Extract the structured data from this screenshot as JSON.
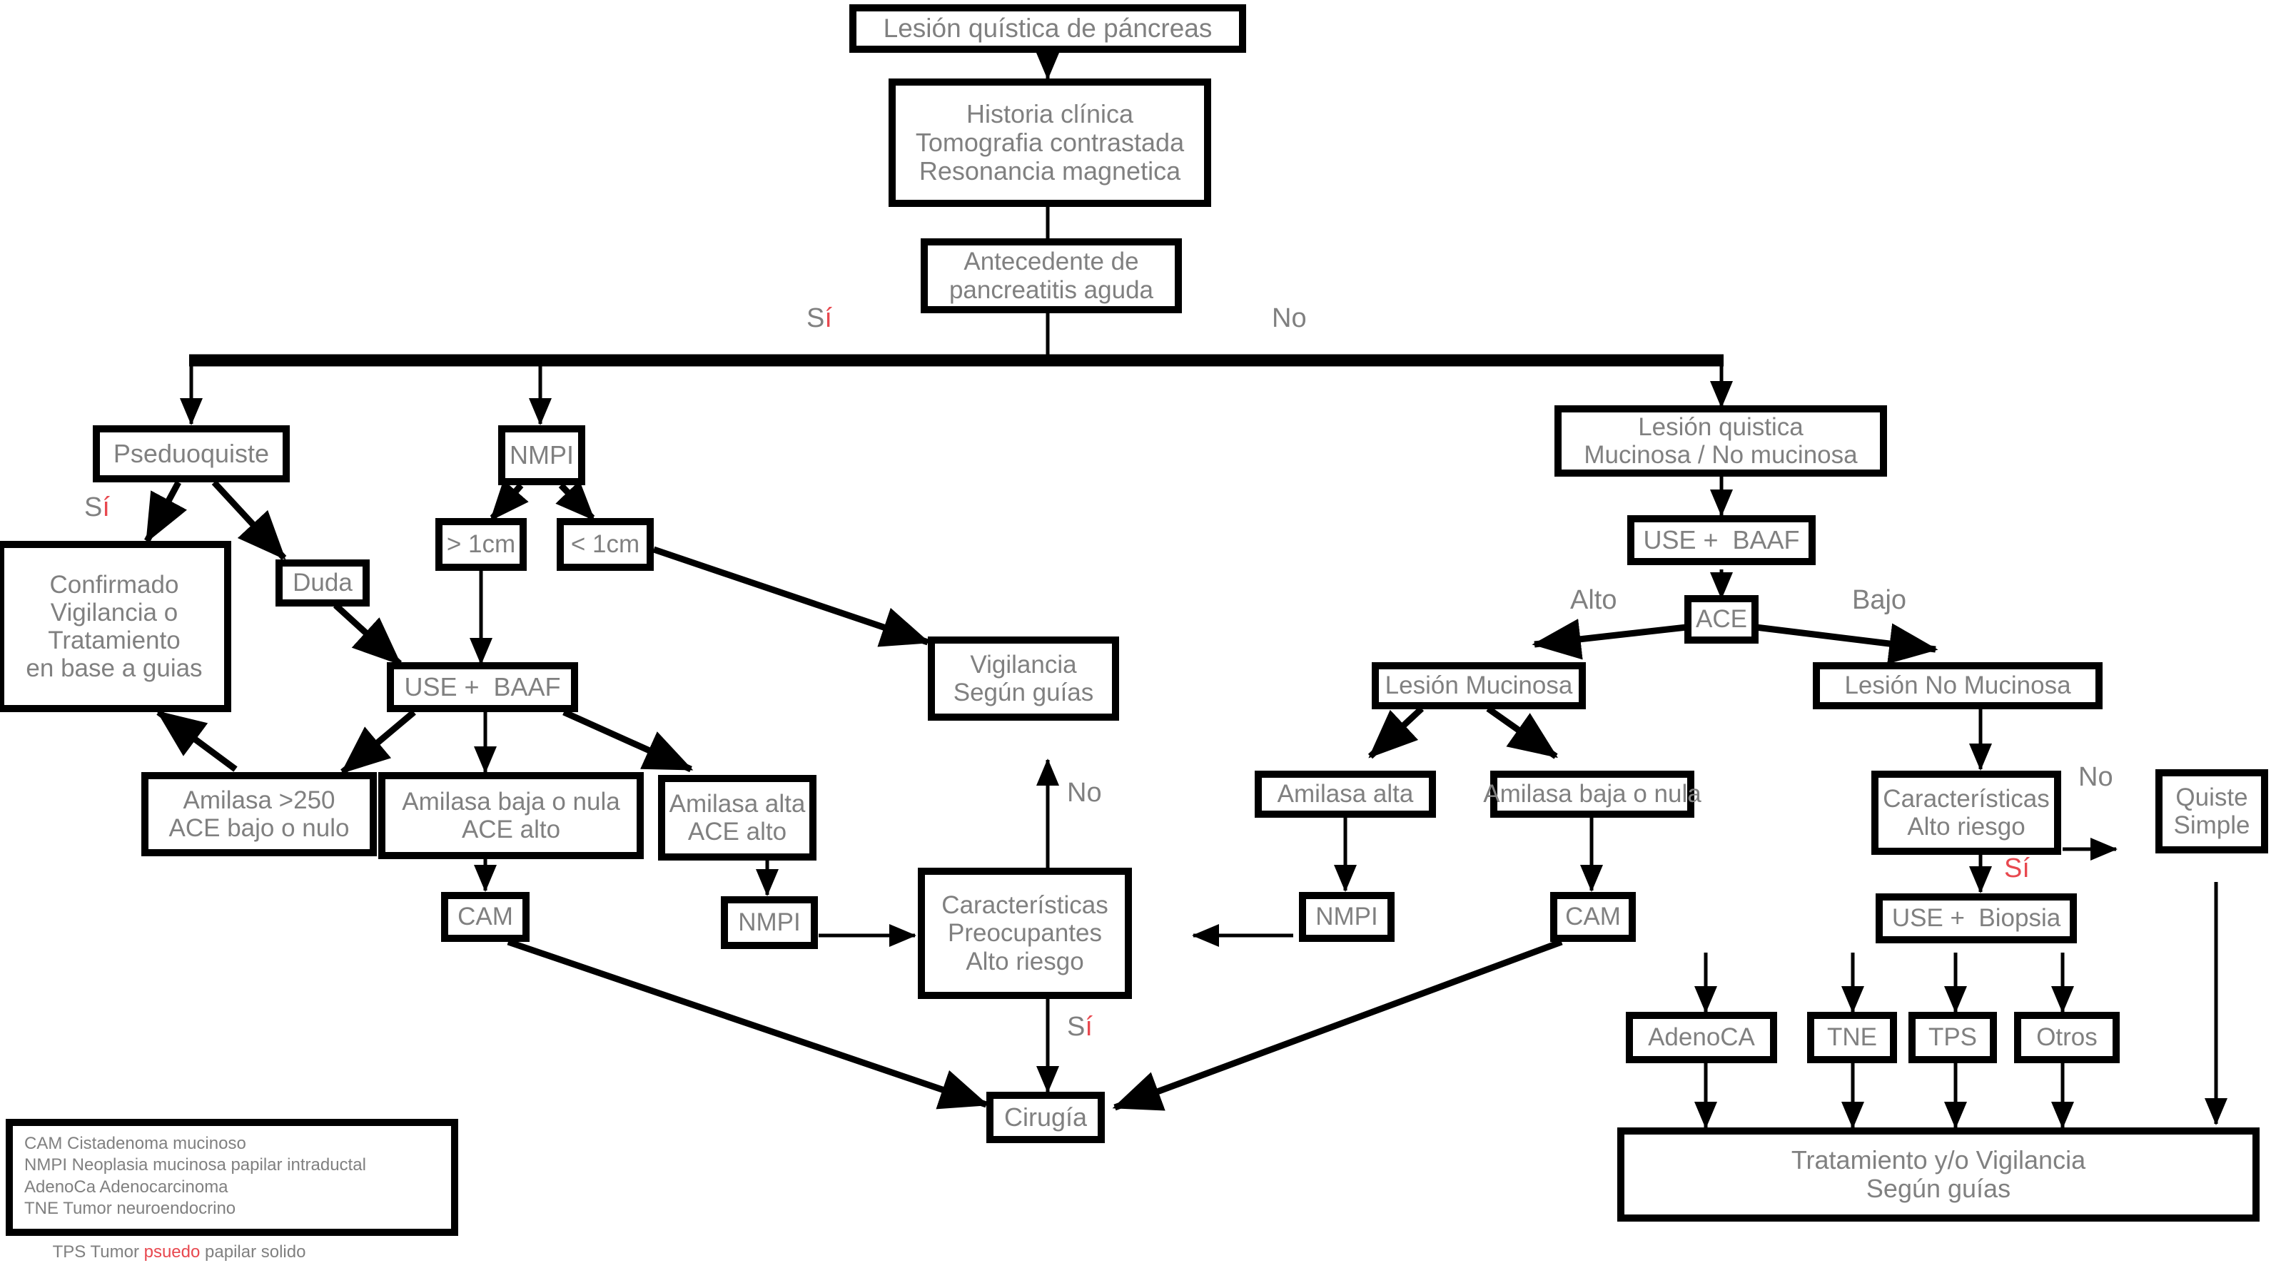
{
  "diagram": {
    "title_node": "Lesión quística de páncreas",
    "colors": {
      "text": "#808080",
      "border": "#000000",
      "accent_red": "#e8484f",
      "background": "#ffffff"
    }
  },
  "nodes": {
    "lesion_quistica_pancreas": "Lesión quística de páncreas",
    "historia_clinica": "Historia clínica\nTomografia contrastada\nResonancia magnetica",
    "antecedente_pancreatitis": "Antecedente de\npancreatitis aguda",
    "pseudoquiste": "Pseduoquiste",
    "confirmado_vigilancia": "Confirmado\nVigilancia o\nTratamiento\nen base a guias",
    "duda": "Duda",
    "nmpi_top": "NMPI",
    "mayor_1cm": "> 1cm",
    "menor_1cm": "< 1cm",
    "use_baaf_left": "USE +  BAAF",
    "amilasa_250": "Amilasa >250\nACE bajo o nulo",
    "amilasa_baja_ace_alto": "Amilasa baja o nula\nACE alto",
    "amilasa_alta_ace_alto": "Amilasa alta\nACE alto",
    "cam_left": "CAM",
    "nmpi_mid_left": "NMPI",
    "vigilancia_segun_guias": "Vigilancia\nSegún guías",
    "caracteristicas_preocupantes": "Características\nPreocupantes\nAlto riesgo",
    "cirugia": "Cirugía",
    "lesion_quistica_mucinosa": "Lesión quistica\nMucinosa / No mucinosa",
    "use_baaf_right": "USE +  BAAF",
    "ace": "ACE",
    "lesion_mucinosa": "Lesión Mucinosa",
    "lesion_no_mucinosa": "Lesión No Mucinosa",
    "amilasa_alta": "Amilasa alta",
    "amilasa_baja_o_nula": "Amilasa baja o nula",
    "nmpi_right": "NMPI",
    "cam_right": "CAM",
    "caracteristicas_alto_riesgo": "Características\nAlto riesgo",
    "quiste_simple": "Quiste\nSimple",
    "use_biopsia": "USE +  Biopsia",
    "adenoca": "AdenoCA",
    "tne": "TNE",
    "tps": "TPS",
    "otros": "Otros",
    "tratamiento_vigilancia": "Tratamiento y/o Vigilancia\nSegún guías"
  },
  "edge_labels": {
    "si_top": "Sí",
    "no_top": "No",
    "si_pseudoquiste": "Sí",
    "alto_ace": "Alto",
    "bajo_ace": "Bajo",
    "no_caracteristicas": "No",
    "si_caracteristicas": "Sí",
    "no_quiste_simple": "No",
    "si_alto_riesgo": "Sí"
  },
  "legend": {
    "lines": [
      "CAM Cistadenoma mucinoso",
      "NMPI Neoplasia mucinosa papilar intraductal",
      "AdenoCa Adenocarcinoma",
      "TNE Tumor neuroendocrino"
    ],
    "last_line_pre": "TPS Tumor ",
    "last_line_accent": "psuedo",
    "last_line_post": " papilar solido"
  }
}
